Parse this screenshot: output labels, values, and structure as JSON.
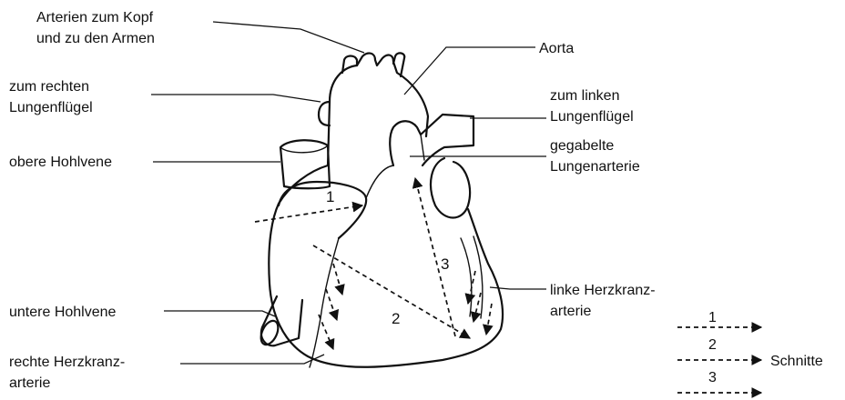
{
  "labels": {
    "arterien_line1": "Arterien zum Kopf",
    "arterien_line2": "und zu den Armen",
    "rechter_lungenfluegel_line1": "zum rechten",
    "rechter_lungenfluegel_line2": "Lungenflügel",
    "obere_hohlvene": "obere Hohlvene",
    "untere_hohlvene": "untere Hohlvene",
    "rechte_herzkranzarterie_line1": "rechte Herzkranz-",
    "rechte_herzkranzarterie_line2": "arterie",
    "aorta": "Aorta",
    "linker_lungenfluegel_line1": "zum linken",
    "linker_lungenfluegel_line2": "Lungenflügel",
    "lungenarterie_line1": "gegabelte",
    "lungenarterie_line2": "Lungenarterie",
    "linke_herzkranzarterie_line1": "linke Herzkranz-",
    "linke_herzkranzarterie_line2": "arterie"
  },
  "cuts": {
    "cut1": "1",
    "cut2": "2",
    "cut3": "3"
  },
  "legend": {
    "title": "Schnitte",
    "item1": "1",
    "item2": "2",
    "item3": "3"
  }
}
